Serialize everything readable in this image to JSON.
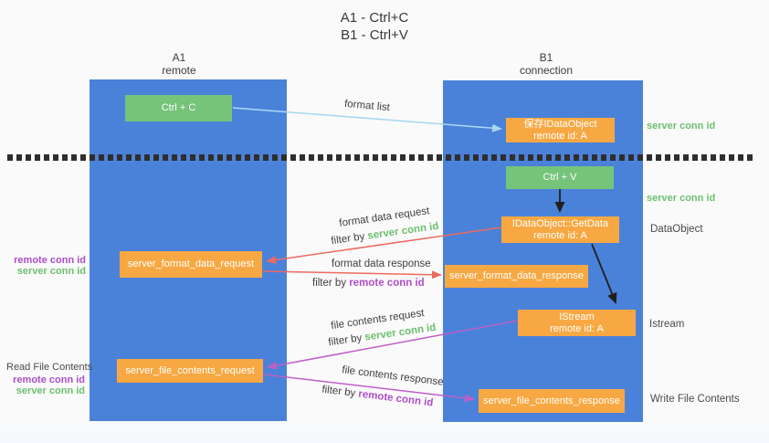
{
  "title": {
    "line1": "A1 - Ctrl+C",
    "line2": "B1 - Ctrl+V"
  },
  "lanes": {
    "left": {
      "name": "A1",
      "role": "remote"
    },
    "right": {
      "name": "B1",
      "role": "connection"
    }
  },
  "nodes": {
    "ctrl_c": {
      "label": "Ctrl + C"
    },
    "ctrl_v": {
      "label": "Ctrl + V"
    },
    "save_idataobject": {
      "line1": "保存IDataObject",
      "line2": "remote id: A"
    },
    "getdata": {
      "line1": "IDataObject::GetData",
      "line2": "remote id: A"
    },
    "istream": {
      "line1": "IStream",
      "line2": "remote id: A"
    },
    "server_format_data_request": {
      "label": "server_format_data_request"
    },
    "server_format_data_response": {
      "label": "server_format_data_response"
    },
    "server_file_contents_request": {
      "label": "server_file_contents_request"
    },
    "server_file_contents_response": {
      "label": "server_file_contents_response"
    }
  },
  "arrows": {
    "format_list": {
      "label": "format list"
    },
    "format_data_request": {
      "label": "format data request",
      "filter_prefix": "filter by ",
      "filter_key": "server conn id"
    },
    "format_data_response": {
      "label": "format data response",
      "filter_prefix": "filter by ",
      "filter_key": "remote conn id"
    },
    "file_contents_request": {
      "label": "file contents request",
      "filter_prefix": "filter by ",
      "filter_key": "server conn id"
    },
    "file_contents_response": {
      "label": "file contents response",
      "filter_prefix": "filter by ",
      "filter_key": "remote conn id"
    }
  },
  "side_labels": {
    "server_conn_id": "server conn id",
    "remote_conn_id": "remote conn id",
    "dataobject": "DataObject",
    "istream": "Istream",
    "read_file_contents": "Read File Contents",
    "write_file_contents": "Write File Contents"
  },
  "colors": {
    "lane_blue": "#4A82D9",
    "node_green": "#76C37A",
    "node_orange": "#F7A843",
    "arrow_red": "#EC6A60",
    "arrow_purple": "#BE5FC6",
    "arrow_lightblue": "#A9D7F2",
    "arrow_black": "#1F1F1F",
    "text_green": "#6DBF6F",
    "text_purple": "#AE4FC8",
    "background": "#FAFAFA"
  }
}
